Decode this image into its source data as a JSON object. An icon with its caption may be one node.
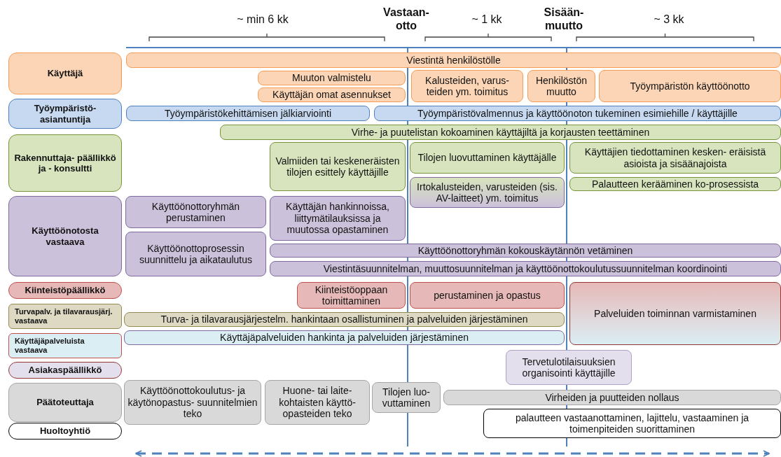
{
  "diagram": {
    "nodes": [
      {
        "text": [
          "Käyttäjä"
        ]
      },
      {
        "text": [
          "Viestintä henkilöstölle"
        ]
      },
      {
        "text": [
          "Muuton valmistelu"
        ]
      },
      {
        "text": [
          "Käyttäjän omat asennukset"
        ]
      },
      {
        "text": [
          "Kalusteiden, varus- teiden ym. toimitus"
        ]
      },
      {
        "text": [
          "Henkilöstön muutto"
        ]
      },
      {
        "text": [
          "Työympäristön käyttöönotto"
        ]
      },
      {
        "text": [
          "Työympäristö- asiantuntija"
        ]
      },
      {
        "text": [
          "Työympäristökehittämisen jälkiarviointi"
        ]
      },
      {
        "text": [
          "Työympäristövalmennus ja käyttöönoton tukeminen esimiehille / käyttäjille"
        ]
      },
      {
        "text": [
          "Virhe- ja puutelistan kokoaminen käyttäjiltä ja korjausten teettäminen"
        ]
      },
      {
        "text": [
          "Rakennuttaja- päällikkö ja - konsultti"
        ]
      },
      {
        "text": [
          "Valmiiden tai keskeneräisten tilojen esittely käyttäjille"
        ]
      },
      {
        "text": [
          "Tilojen luovuttaminen käyttäjälle"
        ]
      },
      {
        "text": [
          "Käyttäjien tiedottaminen kesken- eräisistä asioista ja sisäänajoista"
        ]
      },
      {
        "text": [
          "Irtokalusteiden, varusteiden (sis. AV-laitteet) ym. toimitus"
        ]
      },
      {
        "text": [
          "Palautteen kerääminen ko-prosessista"
        ]
      },
      {
        "text": [
          "Käyttöönotosta vastaava"
        ]
      },
      {
        "text": [
          "Käyttöönottoryhmän perustaminen"
        ]
      },
      {
        "text": [
          "Käyttäjän hankinnoissa, liittymätilauksissa ja muutossa opastaminen"
        ]
      },
      {
        "text": [
          "Käyttöönottoprosessin suunnittelu ja aikataulutus"
        ]
      },
      {
        "text": [
          "Käyttöönottoryhmän kokouskäytännön vetäminen"
        ]
      },
      {
        "text": [
          "Viestintäsuunnitelman, muuttosuunnitelman ja käyttöönottokoulutussuunnitelman koordinointi"
        ]
      },
      {
        "text": [
          "Kiinteistöpäällikkö"
        ]
      },
      {
        "text": [
          "Kiinteistöoppaan toimittaminen"
        ]
      },
      {
        "text": [
          "perustaminen ja opastus"
        ]
      },
      {
        "text": [
          "Palveluiden toiminnan varmistaminen"
        ]
      },
      {
        "text": [
          "Turvapalv. ja tilavarausjärj. vastaava"
        ]
      },
      {
        "text": [
          "Turva- ja tilavarausjärjestelm. hankintaan osallistuminen ja palveluiden järjestäminen"
        ]
      },
      {
        "text": [
          "Käyttäjäpalveluista vastaava"
        ]
      },
      {
        "text": [
          "Käyttäjäpalveluiden hankinta ja palveluiden järjestäminen"
        ]
      },
      {
        "text": [
          "Asiakaspäällikkö"
        ]
      },
      {
        "text": [
          "Tervetulotilaisuuksien organisointi käyttäjille"
        ]
      },
      {
        "text": [
          "Päätoteuttaja"
        ]
      },
      {
        "text": [
          "Käyttöönottokoulutus- ja käytönopastus- suunnitelmien teko"
        ]
      },
      {
        "text": [
          "Huone- tai laite- kohtaisten käyttö- opasteiden teko"
        ]
      },
      {
        "text": [
          "Tilojen luo- vuttaminen"
        ]
      },
      {
        "text": [
          "Virheiden ja puutteiden nollaus"
        ]
      },
      {
        "text": [
          "Huoltoyhtiö"
        ]
      },
      {
        "text": [
          "palautteen vastaanottaminen, lajittelu, vastaaminen ja toimenpiteiden suorittaminen"
        ]
      }
    ],
    "edges": [],
    "labels": [
      "~ min 6 kk",
      "Vastaan- otto",
      "~ 1 kk",
      "Sisään- muutto",
      "~ 3 kk"
    ]
  }
}
